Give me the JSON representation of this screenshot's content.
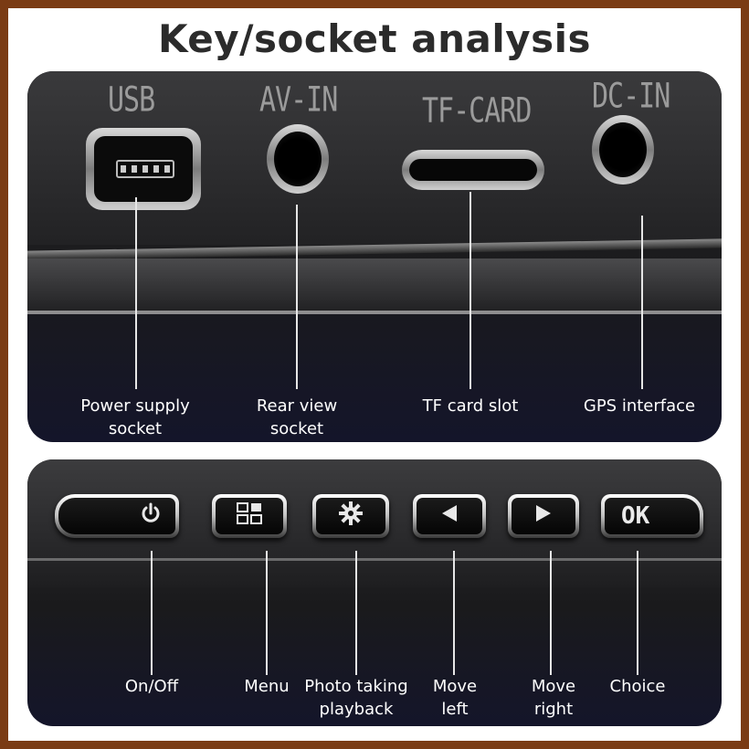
{
  "title": "Key/socket analysis",
  "ports": {
    "usb": "USB",
    "av_in": "AV-IN",
    "tf_card": "TF-CARD",
    "dc_in": "DC-IN"
  },
  "top_captions": {
    "power_supply_line1": "Power supply",
    "power_supply_line2": "socket",
    "rear_view_line1": "Rear view",
    "rear_view_line2": "socket",
    "tf_card_slot": "TF card slot",
    "gps_interface": "GPS interface"
  },
  "keys": {
    "ok": "OK"
  },
  "bottom_captions": {
    "on_off": "On/Off",
    "menu": "Menu",
    "photo_line1": "Photo taking",
    "photo_line2": "playback",
    "move_left_line1": "Move",
    "move_left_line2": "left",
    "move_right_line1": "Move",
    "move_right_line2": "right",
    "choice": "Choice"
  },
  "icons": {
    "power": "power-icon",
    "menu": "menu-grid-icon",
    "photo": "gear-icon",
    "left": "triangle-left-icon",
    "right": "triangle-right-icon"
  },
  "colors": {
    "border": "#7a3b14",
    "panel": "#1a1a1c",
    "caption_text": "#ffffff"
  }
}
